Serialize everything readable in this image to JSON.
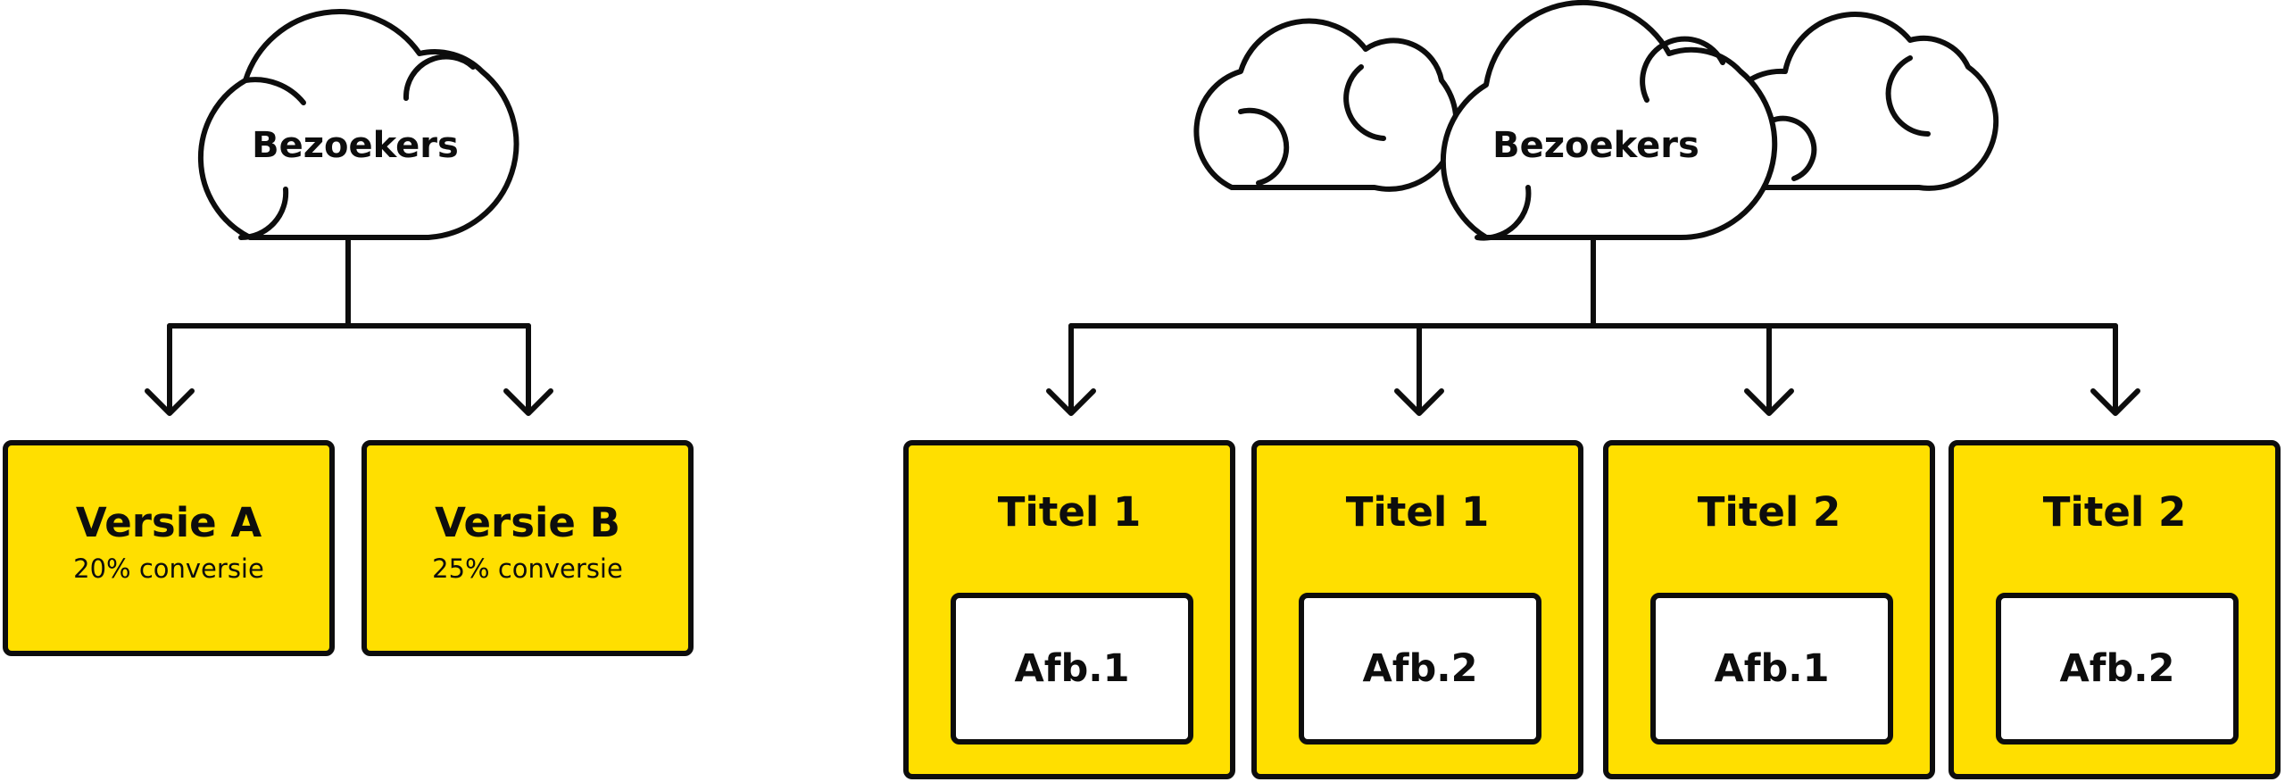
{
  "colors": {
    "box_fill": "#ffdf00",
    "stroke": "#0d0d0d",
    "inner_fill": "#ffffff"
  },
  "left": {
    "cloud_label": "Bezoekers",
    "versions": [
      {
        "title": "Versie A",
        "subtitle": "20% conversie"
      },
      {
        "title": "Versie B",
        "subtitle": "25% conversie"
      }
    ]
  },
  "right": {
    "cloud_label": "Bezoekers",
    "variants": [
      {
        "title": "Titel 1",
        "image_label": "Afb.1"
      },
      {
        "title": "Titel 1",
        "image_label": "Afb.2"
      },
      {
        "title": "Titel 2",
        "image_label": "Afb.1"
      },
      {
        "title": "Titel 2",
        "image_label": "Afb.2"
      }
    ]
  }
}
